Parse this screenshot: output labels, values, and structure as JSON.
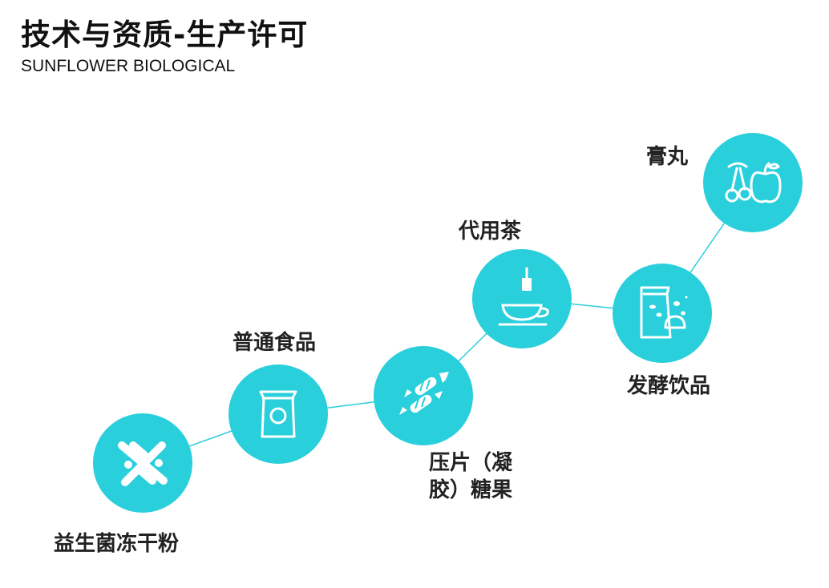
{
  "title": "技术与资质-生产许可",
  "subtitle": "SUNFLOWER BIOLOGICAL",
  "colors": {
    "node": "#2acfdc",
    "line": "#2acfdc",
    "text": "#222222"
  },
  "nodes": [
    {
      "id": "probiotic",
      "label": "益生菌冻干粉",
      "icon": "probiotic-icon"
    },
    {
      "id": "food",
      "label": "普通食品",
      "icon": "food-package-icon"
    },
    {
      "id": "candy",
      "label_line1": "压片（凝",
      "label_line2": "胶）糖果",
      "icon": "candy-icon"
    },
    {
      "id": "tea",
      "label": "代用茶",
      "icon": "tea-cup-icon"
    },
    {
      "id": "drink",
      "label": "发酵饮品",
      "icon": "fermented-drink-icon"
    },
    {
      "id": "paste",
      "label": "膏丸",
      "icon": "fruit-icon"
    }
  ]
}
